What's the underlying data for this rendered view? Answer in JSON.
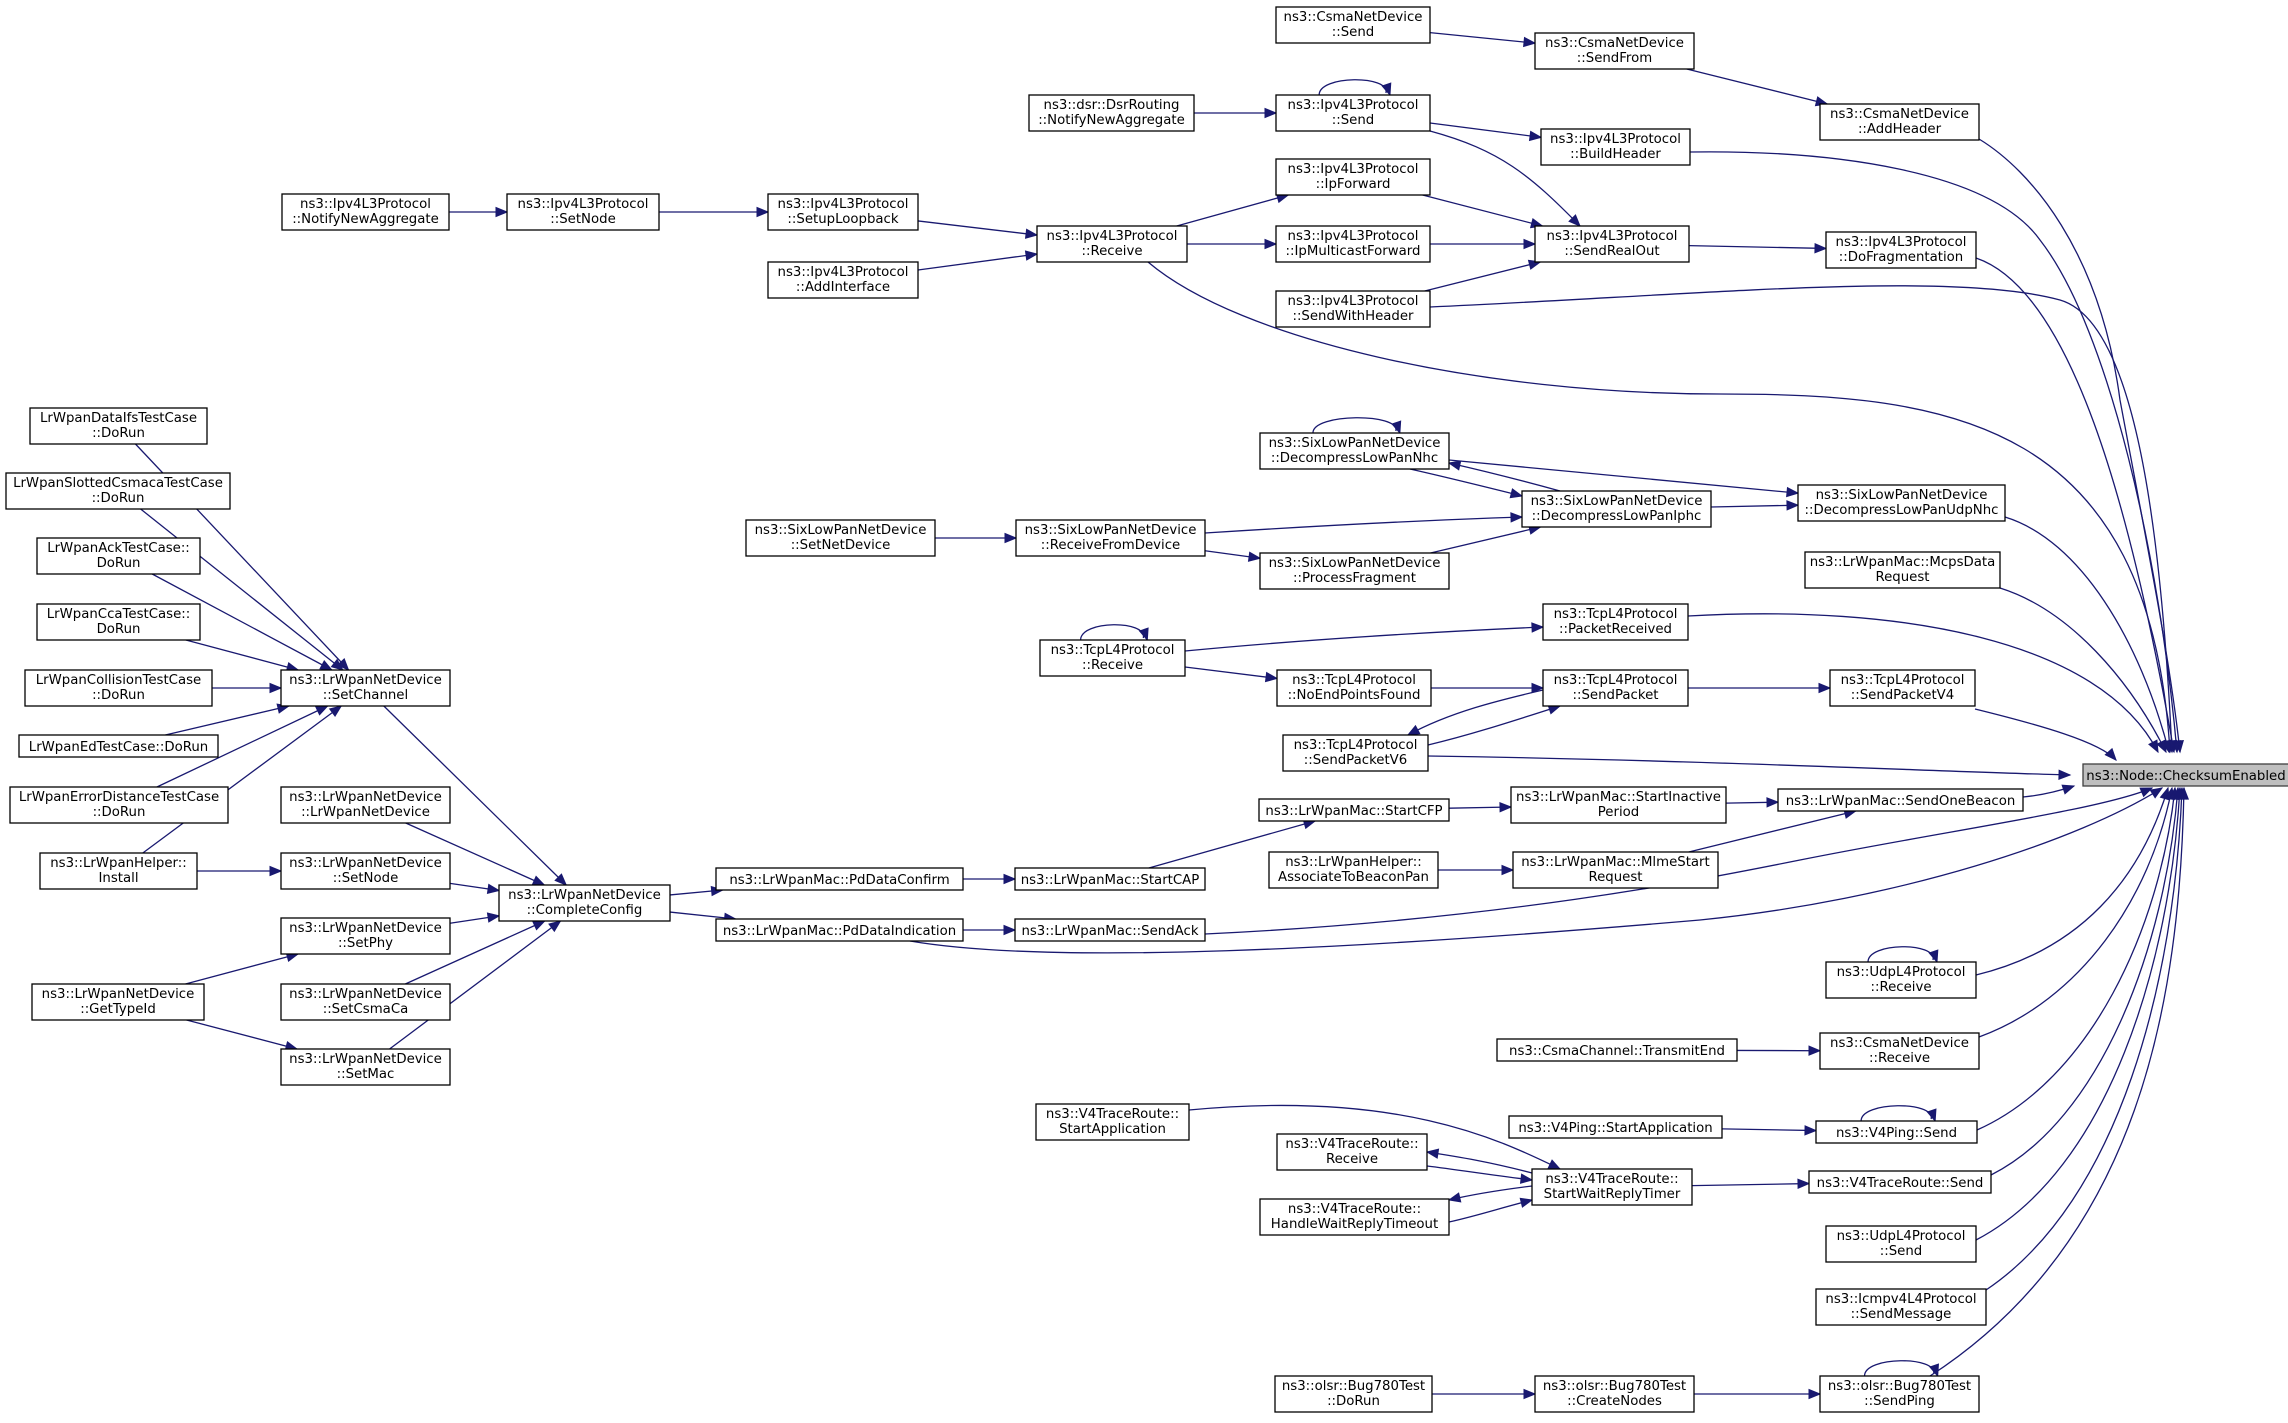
{
  "graph": {
    "direction": "right-to-left call graph",
    "colors": {
      "edge": "#191970",
      "node_border": "#000000",
      "target_fill": "#bfbfbf",
      "background": "#ffffff"
    },
    "target_node": "target",
    "nodes": [
      {
        "id": "target",
        "label": [
          "ns3::Node::ChecksumEnabled"
        ]
      },
      {
        "id": "csma_send",
        "label": [
          "ns3::CsmaNetDevice",
          "::Send"
        ]
      },
      {
        "id": "csma_sendfrom",
        "label": [
          "ns3::CsmaNetDevice",
          "::SendFrom"
        ]
      },
      {
        "id": "csma_addheader",
        "label": [
          "ns3::CsmaNetDevice",
          "::AddHeader"
        ]
      },
      {
        "id": "dsr_notify",
        "label": [
          "ns3::dsr::DsrRouting",
          "::NotifyNewAggregate"
        ]
      },
      {
        "id": "ipv4_send",
        "label": [
          "ns3::Ipv4L3Protocol",
          "::Send"
        ]
      },
      {
        "id": "ipv4_buildheader",
        "label": [
          "ns3::Ipv4L3Protocol",
          "::BuildHeader"
        ]
      },
      {
        "id": "ipv4_ipforward",
        "label": [
          "ns3::Ipv4L3Protocol",
          "::IpForward"
        ]
      },
      {
        "id": "ipv4_notify",
        "label": [
          "ns3::Ipv4L3Protocol",
          "::NotifyNewAggregate"
        ]
      },
      {
        "id": "ipv4_setnode",
        "label": [
          "ns3::Ipv4L3Protocol",
          "::SetNode"
        ]
      },
      {
        "id": "ipv4_setuploopback",
        "label": [
          "ns3::Ipv4L3Protocol",
          "::SetupLoopback"
        ]
      },
      {
        "id": "ipv4_receive",
        "label": [
          "ns3::Ipv4L3Protocol",
          "::Receive"
        ]
      },
      {
        "id": "ipv4_ipmulticast",
        "label": [
          "ns3::Ipv4L3Protocol",
          "::IpMulticastForward"
        ]
      },
      {
        "id": "ipv4_sendrealout",
        "label": [
          "ns3::Ipv4L3Protocol",
          "::SendRealOut"
        ]
      },
      {
        "id": "ipv4_dofrag",
        "label": [
          "ns3::Ipv4L3Protocol",
          "::DoFragmentation"
        ]
      },
      {
        "id": "ipv4_addinterface",
        "label": [
          "ns3::Ipv4L3Protocol",
          "::AddInterface"
        ]
      },
      {
        "id": "ipv4_sendwithheader",
        "label": [
          "ns3::Ipv4L3Protocol",
          "::SendWithHeader"
        ]
      },
      {
        "id": "six_decompnhc",
        "label": [
          "ns3::SixLowPanNetDevice",
          "::DecompressLowPanNhc"
        ]
      },
      {
        "id": "six_decompiphc",
        "label": [
          "ns3::SixLowPanNetDevice",
          "::DecompressLowPanIphc"
        ]
      },
      {
        "id": "six_decompudpnhc",
        "label": [
          "ns3::SixLowPanNetDevice",
          "::DecompressLowPanUdpNhc"
        ]
      },
      {
        "id": "six_setnetdevice",
        "label": [
          "ns3::SixLowPanNetDevice",
          "::SetNetDevice"
        ]
      },
      {
        "id": "six_receivefrom",
        "label": [
          "ns3::SixLowPanNetDevice",
          "::ReceiveFromDevice"
        ]
      },
      {
        "id": "six_processfrag",
        "label": [
          "ns3::SixLowPanNetDevice",
          "::ProcessFragment"
        ]
      },
      {
        "id": "mac_mcps",
        "label": [
          "ns3::LrWpanMac::McpsData",
          "Request"
        ]
      },
      {
        "id": "tcp_packetreceived",
        "label": [
          "ns3::TcpL4Protocol",
          "::PacketReceived"
        ]
      },
      {
        "id": "tcp_receive",
        "label": [
          "ns3::TcpL4Protocol",
          "::Receive"
        ]
      },
      {
        "id": "tcp_noendpoints",
        "label": [
          "ns3::TcpL4Protocol",
          "::NoEndPointsFound"
        ]
      },
      {
        "id": "tcp_sendpacket",
        "label": [
          "ns3::TcpL4Protocol",
          "::SendPacket"
        ]
      },
      {
        "id": "tcp_sendpacketv4",
        "label": [
          "ns3::TcpL4Protocol",
          "::SendPacketV4"
        ]
      },
      {
        "id": "tcp_sendpacketv6",
        "label": [
          "ns3::TcpL4Protocol",
          "::SendPacketV6"
        ]
      },
      {
        "id": "tc_dataifs",
        "label": [
          "LrWpanDataIfsTestCase",
          "::DoRun"
        ]
      },
      {
        "id": "tc_slotted",
        "label": [
          "LrWpanSlottedCsmacaTestCase",
          "::DoRun"
        ]
      },
      {
        "id": "tc_ack",
        "label": [
          "LrWpanAckTestCase::",
          "DoRun"
        ]
      },
      {
        "id": "tc_cca",
        "label": [
          "LrWpanCcaTestCase::",
          "DoRun"
        ]
      },
      {
        "id": "tc_collision",
        "label": [
          "LrWpanCollisionTestCase",
          "::DoRun"
        ]
      },
      {
        "id": "tc_ed",
        "label": [
          "LrWpanEdTestCase::DoRun"
        ]
      },
      {
        "id": "tc_errordist",
        "label": [
          "LrWpanErrorDistanceTestCase",
          "::DoRun"
        ]
      },
      {
        "id": "helper_install",
        "label": [
          "ns3::LrWpanHelper::",
          "Install"
        ]
      },
      {
        "id": "nd_setchannel",
        "label": [
          "ns3::LrWpanNetDevice",
          "::SetChannel"
        ]
      },
      {
        "id": "nd_ctor",
        "label": [
          "ns3::LrWpanNetDevice",
          "::LrWpanNetDevice"
        ]
      },
      {
        "id": "nd_setnode",
        "label": [
          "ns3::LrWpanNetDevice",
          "::SetNode"
        ]
      },
      {
        "id": "nd_setphy",
        "label": [
          "ns3::LrWpanNetDevice",
          "::SetPhy"
        ]
      },
      {
        "id": "nd_gettypeid",
        "label": [
          "ns3::LrWpanNetDevice",
          "::GetTypeId"
        ]
      },
      {
        "id": "nd_setcsmaca",
        "label": [
          "ns3::LrWpanNetDevice",
          "::SetCsmaCa"
        ]
      },
      {
        "id": "nd_setmac",
        "label": [
          "ns3::LrWpanNetDevice",
          "::SetMac"
        ]
      },
      {
        "id": "nd_completeconfig",
        "label": [
          "ns3::LrWpanNetDevice",
          "::CompleteConfig"
        ]
      },
      {
        "id": "mac_pddataconfirm",
        "label": [
          "ns3::LrWpanMac::PdDataConfirm"
        ]
      },
      {
        "id": "mac_pddataind",
        "label": [
          "ns3::LrWpanMac::PdDataIndication"
        ]
      },
      {
        "id": "mac_startcap",
        "label": [
          "ns3::LrWpanMac::StartCAP"
        ]
      },
      {
        "id": "mac_sendack",
        "label": [
          "ns3::LrWpanMac::SendAck"
        ]
      },
      {
        "id": "mac_startcfp",
        "label": [
          "ns3::LrWpanMac::StartCFP"
        ]
      },
      {
        "id": "mac_startinactive",
        "label": [
          "ns3::LrWpanMac::StartInactive",
          "Period"
        ]
      },
      {
        "id": "mac_sendonebeacon",
        "label": [
          "ns3::LrWpanMac::SendOneBeacon"
        ]
      },
      {
        "id": "helper_associate",
        "label": [
          "ns3::LrWpanHelper::",
          "AssociateToBeaconPan"
        ]
      },
      {
        "id": "mac_mlmestart",
        "label": [
          "ns3::LrWpanMac::MlmeStart",
          "Request"
        ]
      },
      {
        "id": "udp_receive",
        "label": [
          "ns3::UdpL4Protocol",
          "::Receive"
        ]
      },
      {
        "id": "csmach_transmitend",
        "label": [
          "ns3::CsmaChannel::TransmitEnd"
        ]
      },
      {
        "id": "csma_receive",
        "label": [
          "ns3::CsmaNetDevice",
          "::Receive"
        ]
      },
      {
        "id": "tr_startapp",
        "label": [
          "ns3::V4TraceRoute::",
          "StartApplication"
        ]
      },
      {
        "id": "tr_receive",
        "label": [
          "ns3::V4TraceRoute::",
          "Receive"
        ]
      },
      {
        "id": "tr_handletimeout",
        "label": [
          "ns3::V4TraceRoute::",
          "HandleWaitReplyTimeout"
        ]
      },
      {
        "id": "tr_startwait",
        "label": [
          "ns3::V4TraceRoute::",
          "StartWaitReplyTimer"
        ]
      },
      {
        "id": "tr_send",
        "label": [
          "ns3::V4TraceRoute::Send"
        ]
      },
      {
        "id": "ping_startapp",
        "label": [
          "ns3::V4Ping::StartApplication"
        ]
      },
      {
        "id": "ping_send",
        "label": [
          "ns3::V4Ping::Send"
        ]
      },
      {
        "id": "udp_send",
        "label": [
          "ns3::UdpL4Protocol",
          "::Send"
        ]
      },
      {
        "id": "icmp_sendmessage",
        "label": [
          "ns3::Icmpv4L4Protocol",
          "::SendMessage"
        ]
      },
      {
        "id": "olsr_dorun",
        "label": [
          "ns3::olsr::Bug780Test",
          "::DoRun"
        ]
      },
      {
        "id": "olsr_createnodes",
        "label": [
          "ns3::olsr::Bug780Test",
          "::CreateNodes"
        ]
      },
      {
        "id": "olsr_sendping",
        "label": [
          "ns3::olsr::Bug780Test",
          "::SendPing"
        ]
      }
    ],
    "edges": [
      [
        "csma_addheader",
        "target"
      ],
      [
        "ipv4_buildheader",
        "target"
      ],
      [
        "ipv4_dofrag",
        "target"
      ],
      [
        "ipv4_sendwithheader",
        "target"
      ],
      [
        "ipv4_receive",
        "target"
      ],
      [
        "six_decompudpnhc",
        "target"
      ],
      [
        "mac_mcps",
        "target"
      ],
      [
        "tcp_packetreceived",
        "target"
      ],
      [
        "tcp_sendpacketv4",
        "target"
      ],
      [
        "tcp_sendpacketv6",
        "target"
      ],
      [
        "mac_sendonebeacon",
        "target"
      ],
      [
        "mac_sendack",
        "target"
      ],
      [
        "mac_pddataind",
        "target"
      ],
      [
        "udp_receive",
        "target"
      ],
      [
        "csma_receive",
        "target"
      ],
      [
        "ping_send",
        "target"
      ],
      [
        "tr_send",
        "target"
      ],
      [
        "udp_send",
        "target"
      ],
      [
        "icmp_sendmessage",
        "target"
      ],
      [
        "olsr_sendping",
        "target"
      ],
      [
        "csma_send",
        "csma_sendfrom"
      ],
      [
        "csma_sendfrom",
        "csma_addheader"
      ],
      [
        "dsr_notify",
        "ipv4_send"
      ],
      [
        "ipv4_send",
        "ipv4_send"
      ],
      [
        "ipv4_send",
        "ipv4_buildheader"
      ],
      [
        "ipv4_send",
        "ipv4_sendrealout"
      ],
      [
        "ipv4_ipforward",
        "ipv4_sendrealout"
      ],
      [
        "ipv4_ipmulticast",
        "ipv4_sendrealout"
      ],
      [
        "ipv4_sendwithheader",
        "ipv4_sendrealout"
      ],
      [
        "ipv4_sendrealout",
        "ipv4_dofrag"
      ],
      [
        "ipv4_notify",
        "ipv4_setnode"
      ],
      [
        "ipv4_setnode",
        "ipv4_setuploopback"
      ],
      [
        "ipv4_setuploopback",
        "ipv4_receive"
      ],
      [
        "ipv4_addinterface",
        "ipv4_receive"
      ],
      [
        "ipv4_receive",
        "ipv4_ipforward"
      ],
      [
        "ipv4_receive",
        "ipv4_ipmulticast"
      ],
      [
        "six_decompnhc",
        "six_decompnhc"
      ],
      [
        "six_decompnhc",
        "six_decompiphc"
      ],
      [
        "six_decompiphc",
        "six_decompnhc"
      ],
      [
        "six_decompnhc",
        "six_decompudpnhc"
      ],
      [
        "six_decompiphc",
        "six_decompudpnhc"
      ],
      [
        "six_setnetdevice",
        "six_receivefrom"
      ],
      [
        "six_receivefrom",
        "six_decompiphc"
      ],
      [
        "six_receivefrom",
        "six_processfrag"
      ],
      [
        "six_processfrag",
        "six_decompiphc"
      ],
      [
        "tcp_receive",
        "tcp_receive"
      ],
      [
        "tcp_receive",
        "tcp_packetreceived"
      ],
      [
        "tcp_receive",
        "tcp_noendpoints"
      ],
      [
        "tcp_noendpoints",
        "tcp_sendpacket"
      ],
      [
        "tcp_sendpacket",
        "tcp_sendpacketv4"
      ],
      [
        "tcp_sendpacket",
        "tcp_sendpacketv6"
      ],
      [
        "tcp_sendpacketv6",
        "tcp_sendpacket"
      ],
      [
        "tc_dataifs",
        "nd_setchannel"
      ],
      [
        "tc_slotted",
        "nd_setchannel"
      ],
      [
        "tc_ack",
        "nd_setchannel"
      ],
      [
        "tc_cca",
        "nd_setchannel"
      ],
      [
        "tc_collision",
        "nd_setchannel"
      ],
      [
        "tc_ed",
        "nd_setchannel"
      ],
      [
        "tc_errordist",
        "nd_setchannel"
      ],
      [
        "helper_install",
        "nd_setchannel"
      ],
      [
        "helper_install",
        "nd_setnode"
      ],
      [
        "nd_setchannel",
        "nd_completeconfig"
      ],
      [
        "nd_ctor",
        "nd_completeconfig"
      ],
      [
        "nd_setnode",
        "nd_completeconfig"
      ],
      [
        "nd_setphy",
        "nd_completeconfig"
      ],
      [
        "nd_setcsmaca",
        "nd_completeconfig"
      ],
      [
        "nd_setmac",
        "nd_completeconfig"
      ],
      [
        "nd_gettypeid",
        "nd_setphy"
      ],
      [
        "nd_gettypeid",
        "nd_setmac"
      ],
      [
        "nd_completeconfig",
        "mac_pddataconfirm"
      ],
      [
        "nd_completeconfig",
        "mac_pddataind"
      ],
      [
        "mac_pddataconfirm",
        "mac_startcap"
      ],
      [
        "mac_pddataind",
        "mac_sendack"
      ],
      [
        "mac_startcap",
        "mac_startcfp"
      ],
      [
        "mac_startcfp",
        "mac_startinactive"
      ],
      [
        "mac_startinactive",
        "mac_sendonebeacon"
      ],
      [
        "mac_mlmestart",
        "mac_sendonebeacon"
      ],
      [
        "helper_associate",
        "mac_mlmestart"
      ],
      [
        "udp_receive",
        "udp_receive"
      ],
      [
        "csmach_transmitend",
        "csma_receive"
      ],
      [
        "tr_startapp",
        "tr_startwait"
      ],
      [
        "tr_receive",
        "tr_startwait"
      ],
      [
        "tr_startwait",
        "tr_receive"
      ],
      [
        "tr_startwait",
        "tr_handletimeout"
      ],
      [
        "tr_handletimeout",
        "tr_startwait"
      ],
      [
        "tr_startwait",
        "tr_send"
      ],
      [
        "ping_startapp",
        "ping_send"
      ],
      [
        "ping_send",
        "ping_send"
      ],
      [
        "olsr_dorun",
        "olsr_createnodes"
      ],
      [
        "olsr_createnodes",
        "olsr_sendping"
      ],
      [
        "olsr_sendping",
        "olsr_sendping"
      ]
    ]
  }
}
